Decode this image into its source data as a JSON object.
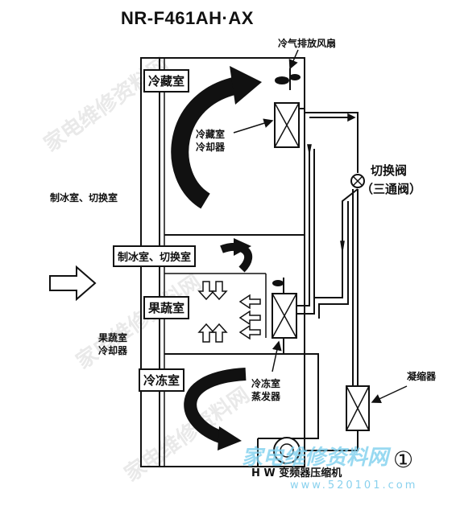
{
  "title": "NR-F461AH·AX",
  "labels": {
    "cold_fan": "冷气排放风扇",
    "fridge_cooler": "冷藏室\n冷却器",
    "switch_valve": "切换阀",
    "three_way_valve": "（三通阀）",
    "left_ice_switch": "制冰室、切换室",
    "veg_cooler": "果蔬室\n冷却器",
    "freezer_evaporator": "冷冻室\n蒸发器",
    "condenser": "凝缩器",
    "compressor": "H W 变频器压缩机",
    "figure_number": "①"
  },
  "compartments": {
    "fridge": "冷藏室",
    "ice_switch": "制冰室、切换室",
    "vegetable": "果蔬室",
    "freezer": "冷冻室"
  },
  "watermark": {
    "text": "家电维修资料网",
    "logo": "家电维修资料网",
    "url": "www.520101.com"
  }
}
